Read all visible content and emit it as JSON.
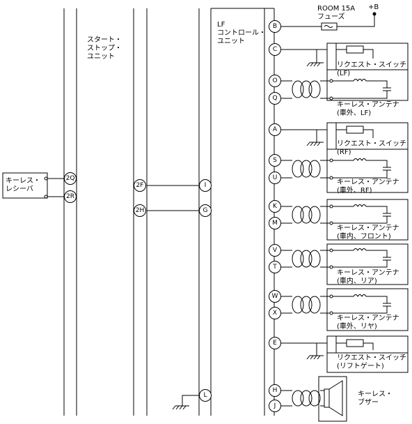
{
  "labels": {
    "power_plus_b": "+B",
    "fuse_name": "ROOM 15A",
    "fuse_kind": "フューズ",
    "lf_unit": [
      "LF",
      "コントロール・",
      "ユニット"
    ],
    "ss_unit": [
      "スタート・",
      "ストップ・",
      "ユニット"
    ],
    "receiver": [
      "キーレス・",
      "レシーバ"
    ],
    "buzzer": [
      "キーレス・",
      "ブザー"
    ],
    "sw_lf": [
      "リクエスト・スイッチ",
      "(LF)"
    ],
    "ant_ext_lf": [
      "キーレス・アンテナ",
      "(車外、LF)"
    ],
    "sw_rf": [
      "リクエスト・スイッチ",
      "(RF)"
    ],
    "ant_ext_rf": [
      "キーレス・アンテナ",
      "(車外、RF)"
    ],
    "ant_int_front": [
      "キーレス・アンテナ",
      "(車内、フロント)"
    ],
    "ant_int_rear": [
      "キーレス・アンテナ",
      "(車内、リア)"
    ],
    "ant_ext_rear": [
      "キーレス・アンテナ",
      "(車外、リヤ)"
    ],
    "sw_liftgate": [
      "リクエスト・スイッチ",
      "(リフトゲート)"
    ]
  },
  "connectors": {
    "B": "B",
    "C": "C",
    "O": "O",
    "Q": "Q",
    "A": "A",
    "S": "S",
    "U": "U",
    "K": "K",
    "M": "M",
    "V": "V",
    "T": "T",
    "W": "W",
    "X": "X",
    "E": "E",
    "H": "H",
    "J": "J",
    "I": "I",
    "G": "G",
    "L": "L",
    "2Q": "2Q",
    "2R": "2R",
    "2F": "2F",
    "2H": "2H"
  }
}
